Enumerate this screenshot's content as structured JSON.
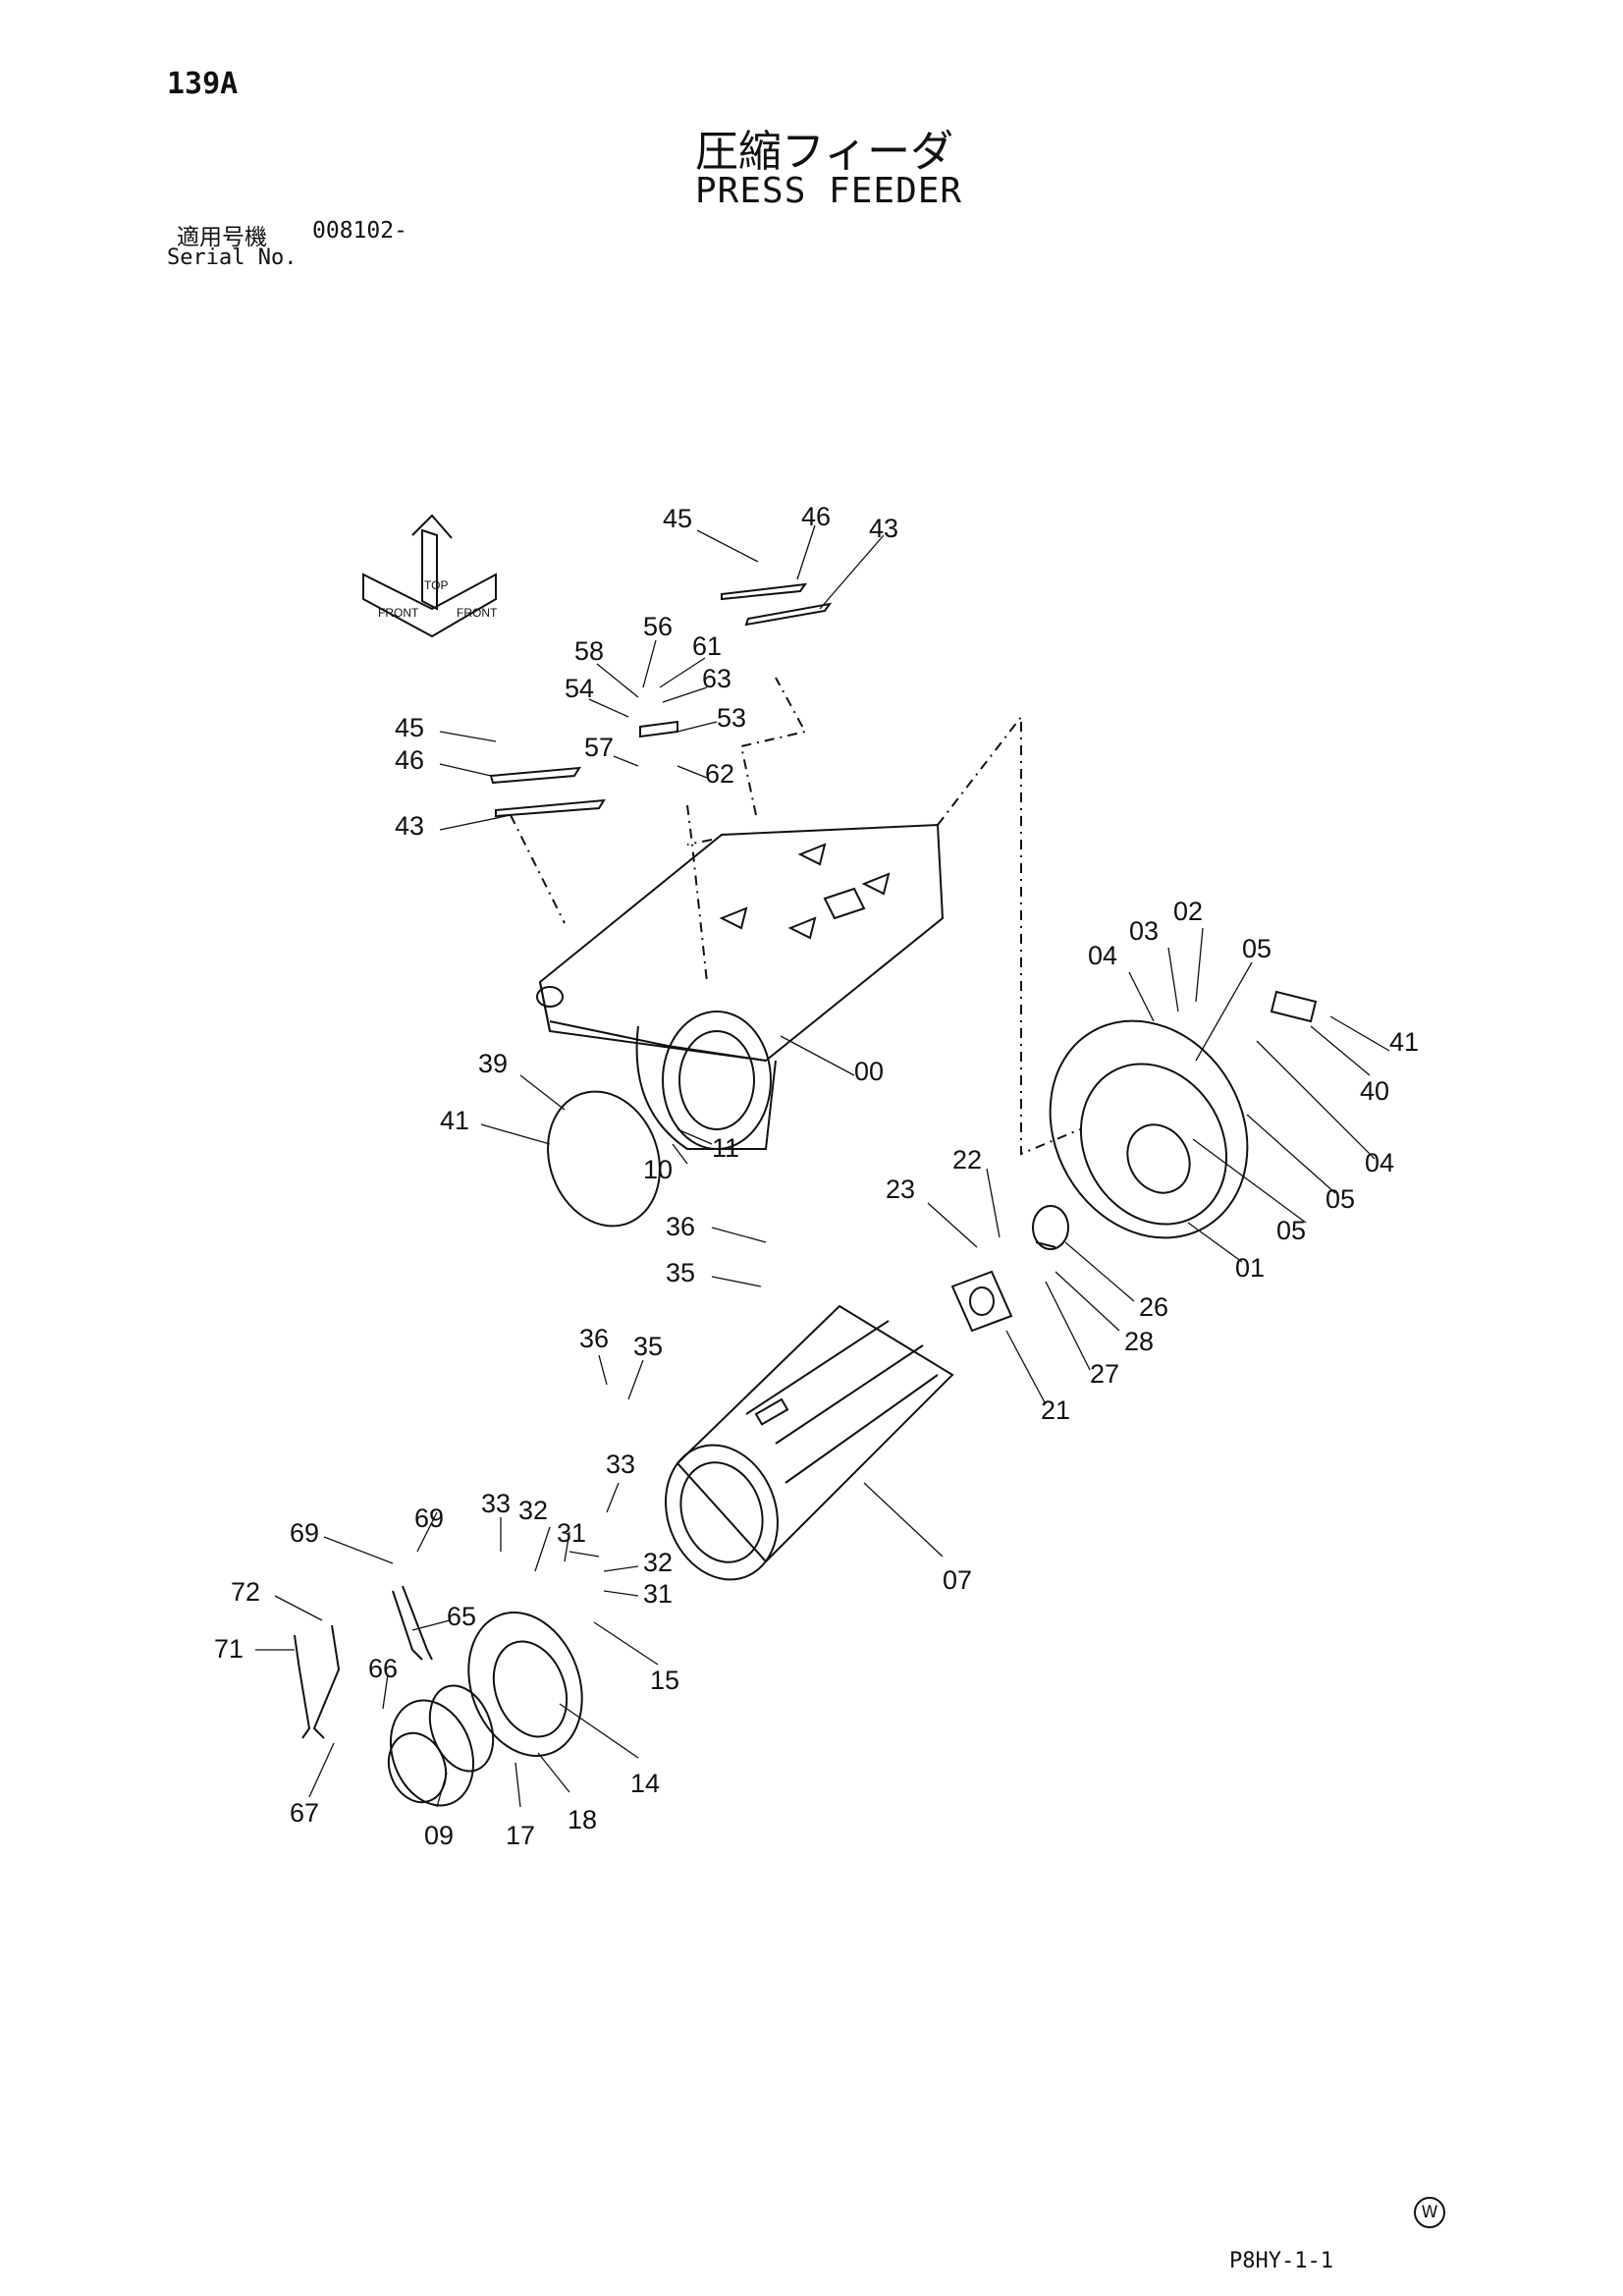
{
  "header": {
    "page_number": "139A",
    "title_jp": "圧縮フィーダ",
    "title_en": "PRESS FEEDER",
    "serial_label_jp": "適用号機",
    "serial_label_en": "Serial No.",
    "serial_value": "008102-"
  },
  "orientation_arrows": [
    "FRONT",
    "TOP",
    "FRONT"
  ],
  "callouts": [
    "45",
    "46",
    "43",
    "56",
    "61",
    "63",
    "58",
    "54",
    "53",
    "57",
    "62",
    "45",
    "46",
    "43",
    "00",
    "39",
    "41",
    "11",
    "10",
    "04",
    "03",
    "02",
    "05",
    "41",
    "40",
    "04",
    "05",
    "05",
    "01",
    "22",
    "23",
    "26",
    "28",
    "27",
    "21",
    "36",
    "35",
    "36",
    "35",
    "33",
    "33",
    "32",
    "31",
    "32",
    "31",
    "07",
    "69",
    "69",
    "72",
    "65",
    "71",
    "66",
    "67",
    "09",
    "17",
    "18",
    "14",
    "15"
  ],
  "footer": {
    "code": "P8HY-1-1",
    "mark": "W"
  }
}
